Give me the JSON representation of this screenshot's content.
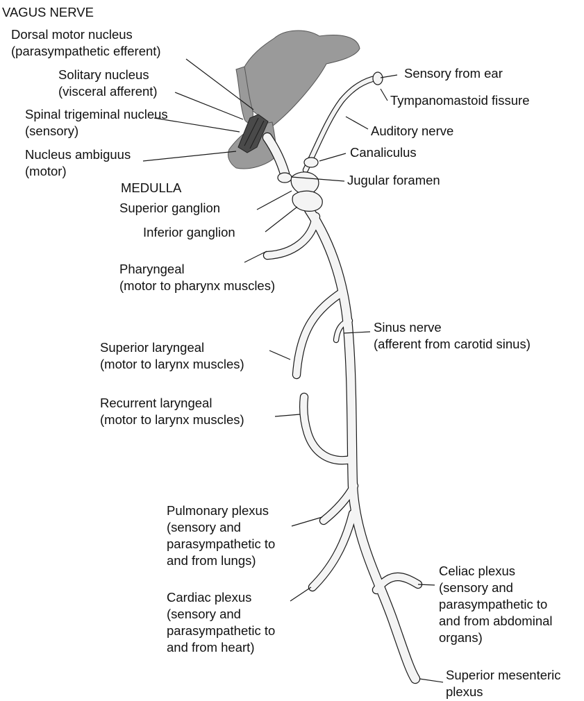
{
  "title": "VAGUS NERVE",
  "labels": {
    "dorsal_motor": [
      "Dorsal motor nucleus",
      "(parasympathetic efferent)"
    ],
    "solitary": [
      "Solitary nucleus",
      "(visceral afferent)"
    ],
    "spinal_trigeminal": [
      "Spinal trigeminal nucleus",
      "(sensory)"
    ],
    "ambiguus": [
      "Nucleus ambiguus",
      "(motor)"
    ],
    "medulla": "MEDULLA",
    "superior_ganglion": "Superior ganglion",
    "inferior_ganglion": "Inferior ganglion",
    "pharyngeal": [
      "Pharyngeal",
      "(motor to pharynx muscles)"
    ],
    "superior_laryngeal": [
      "Superior laryngeal",
      "(motor to larynx muscles)"
    ],
    "recurrent_laryngeal": [
      "Recurrent laryngeal",
      "(motor to larynx muscles)"
    ],
    "pulmonary": [
      "Pulmonary plexus",
      "(sensory and",
      "parasympathetic to",
      "and from lungs)"
    ],
    "cardiac": [
      "Cardiac plexus",
      "(sensory and",
      "parasympathetic to",
      "and from heart)"
    ],
    "sensory_ear": "Sensory from ear",
    "tympanomastoid": "Tympanomastoid fissure",
    "auditory": "Auditory nerve",
    "canaliculus": "Canaliculus",
    "jugular": "Jugular foramen",
    "sinus": [
      "Sinus nerve",
      "(afferent from carotid sinus)"
    ],
    "celiac": [
      "Celiac plexus",
      "(sensory and",
      "parasympathetic to",
      "and from abdominal",
      "organs)"
    ],
    "superior_mesenteric": [
      "Superior mesenteric",
      "plexus"
    ]
  },
  "colors": {
    "brainstem": "#9a9a9a",
    "nuclei": "#4a4a4a",
    "nerve_fill": "#f4f4f4",
    "outline": "#1a1a1a"
  }
}
